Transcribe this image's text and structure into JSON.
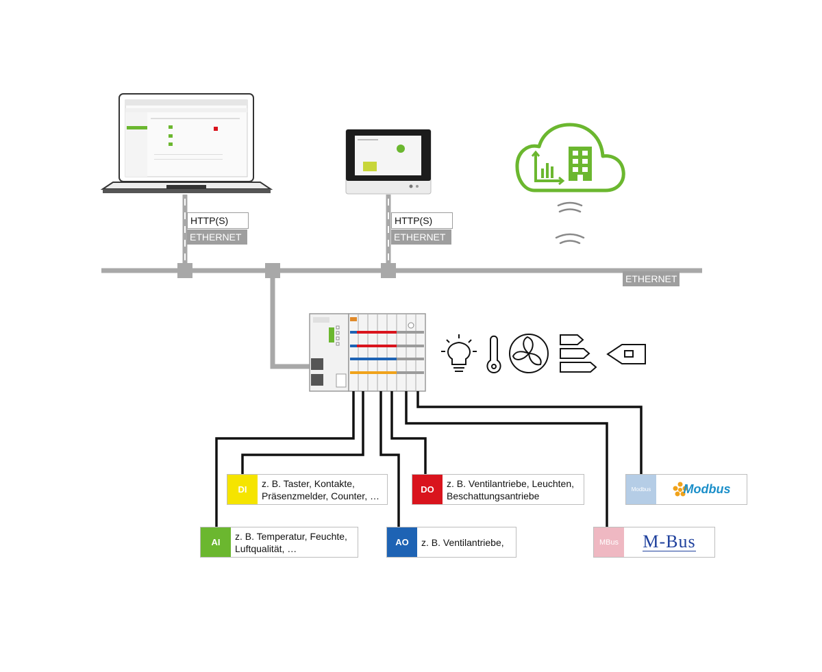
{
  "connections": {
    "laptop": {
      "protocol": "HTTP(S)",
      "medium": "ETHERNET"
    },
    "panel": {
      "protocol": "HTTP(S)",
      "medium": "ETHERNET"
    },
    "backbone_label": "ETHERNET"
  },
  "io_modules": [
    {
      "tag": "DI",
      "line1": "z. B. Taster, Kontakte,",
      "line2": "Präsenzmelder, Counter, …",
      "color": "#f5e400"
    },
    {
      "tag": "DO",
      "line1": "z. B. Ventilantriebe, Leuchten,",
      "line2": "Beschattungsantriebe",
      "color": "#d9141d"
    },
    {
      "tag": "AI",
      "line1": "z. B. Temperatur, Feuchte,",
      "line2": "Luftqualität, …",
      "color": "#6bb72f"
    },
    {
      "tag": "AO",
      "line1": "z. B. Ventilantriebe,",
      "line2": "",
      "color": "#1e63b4"
    }
  ],
  "bus_modules": [
    {
      "tag": "Modbus",
      "logo": "Modbus",
      "color": "#b5cde6"
    },
    {
      "tag": "MBus",
      "logo": "M-Bus",
      "color": "#efb8c2"
    }
  ],
  "field_devices": [
    "lightbulb-icon",
    "thermometer-icon",
    "fan-icon",
    "energy-label-icon",
    "shading-blind-icon"
  ],
  "colors": {
    "wago_green": "#6bb72f",
    "bus_gray": "#9e9e9e",
    "wire_black": "#111111"
  }
}
